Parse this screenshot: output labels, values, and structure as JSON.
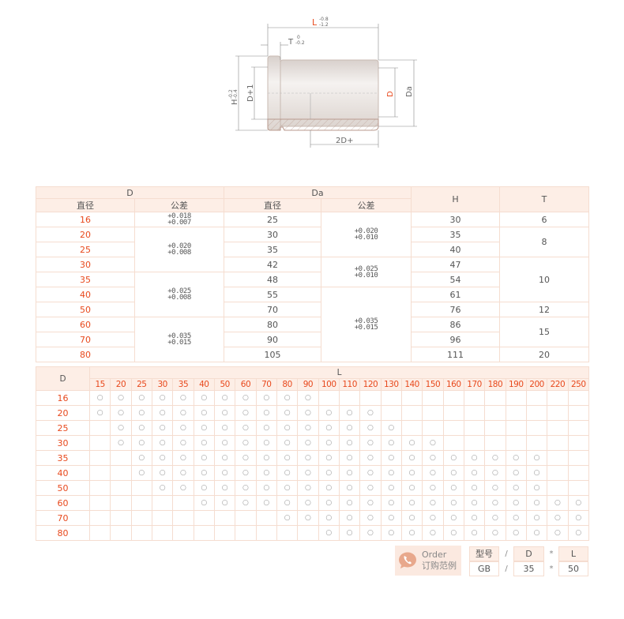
{
  "diagram": {
    "labels": {
      "L": "L",
      "L_tol_up": "-0.8",
      "L_tol_low": "-1.2",
      "T": "T",
      "T_tol_up": "0",
      "T_tol_low": "-0.2",
      "H": "H",
      "H_tol_up": "-0.2",
      "H_tol_low": "-0.4",
      "D1": "D+1",
      "D": "D",
      "Da": "Da",
      "D2": "2D+"
    }
  },
  "spec_table": {
    "headers": {
      "D": "D",
      "Da": "Da",
      "H": "H",
      "T": "T",
      "diameter": "直径",
      "tolerance": "公差"
    },
    "D_values": [
      "16",
      "20",
      "25",
      "30",
      "35",
      "40",
      "50",
      "60",
      "70",
      "80"
    ],
    "D_tolerances": [
      [
        "+0.018",
        "+0.007"
      ],
      [
        "+0.020",
        "+0.008"
      ],
      [
        "+0.025",
        "+0.008"
      ],
      [
        "+0.035",
        "+0.015"
      ]
    ],
    "Da_values": [
      "25",
      "30",
      "35",
      "42",
      "48",
      "55",
      "70",
      "80",
      "90",
      "105"
    ],
    "Da_tolerances": [
      [
        "+0.020",
        "+0.010"
      ],
      [
        "+0.025",
        "+0.010"
      ],
      [
        "+0.035",
        "+0.015"
      ]
    ],
    "H_values": [
      "30",
      "35",
      "40",
      "47",
      "54",
      "61",
      "76",
      "86",
      "96",
      "111"
    ],
    "T_values": [
      "6",
      "8",
      "10",
      "12",
      "15",
      "20"
    ]
  },
  "length_table": {
    "header_D": "D",
    "header_L": "L",
    "mark": "○",
    "L_values": [
      "15",
      "20",
      "25",
      "30",
      "35",
      "40",
      "50",
      "60",
      "70",
      "80",
      "90",
      "100",
      "110",
      "120",
      "130",
      "140",
      "150",
      "160",
      "170",
      "180",
      "190",
      "200",
      "220",
      "250"
    ],
    "rows": [
      {
        "D": "16",
        "available_L": [
          15,
          90
        ]
      },
      {
        "D": "20",
        "available_L": [
          15,
          120
        ]
      },
      {
        "D": "25",
        "available_L": [
          20,
          130
        ]
      },
      {
        "D": "30",
        "available_L": [
          20,
          150
        ]
      },
      {
        "D": "35",
        "available_L": [
          25,
          200
        ]
      },
      {
        "D": "40",
        "available_L": [
          25,
          200
        ]
      },
      {
        "D": "50",
        "available_L": [
          30,
          200
        ]
      },
      {
        "D": "60",
        "available_L": [
          40,
          250
        ]
      },
      {
        "D": "70",
        "available_L": [
          80,
          250
        ]
      },
      {
        "D": "80",
        "available_L": [
          100,
          250
        ]
      }
    ]
  },
  "order": {
    "title_en": "Order",
    "title_cn": "订购范例",
    "headers": [
      "型号",
      "D",
      "L"
    ],
    "values": [
      "GB",
      "35",
      "50"
    ],
    "sep1": "/",
    "sep2": "*",
    "accent": "#e8a88c"
  }
}
